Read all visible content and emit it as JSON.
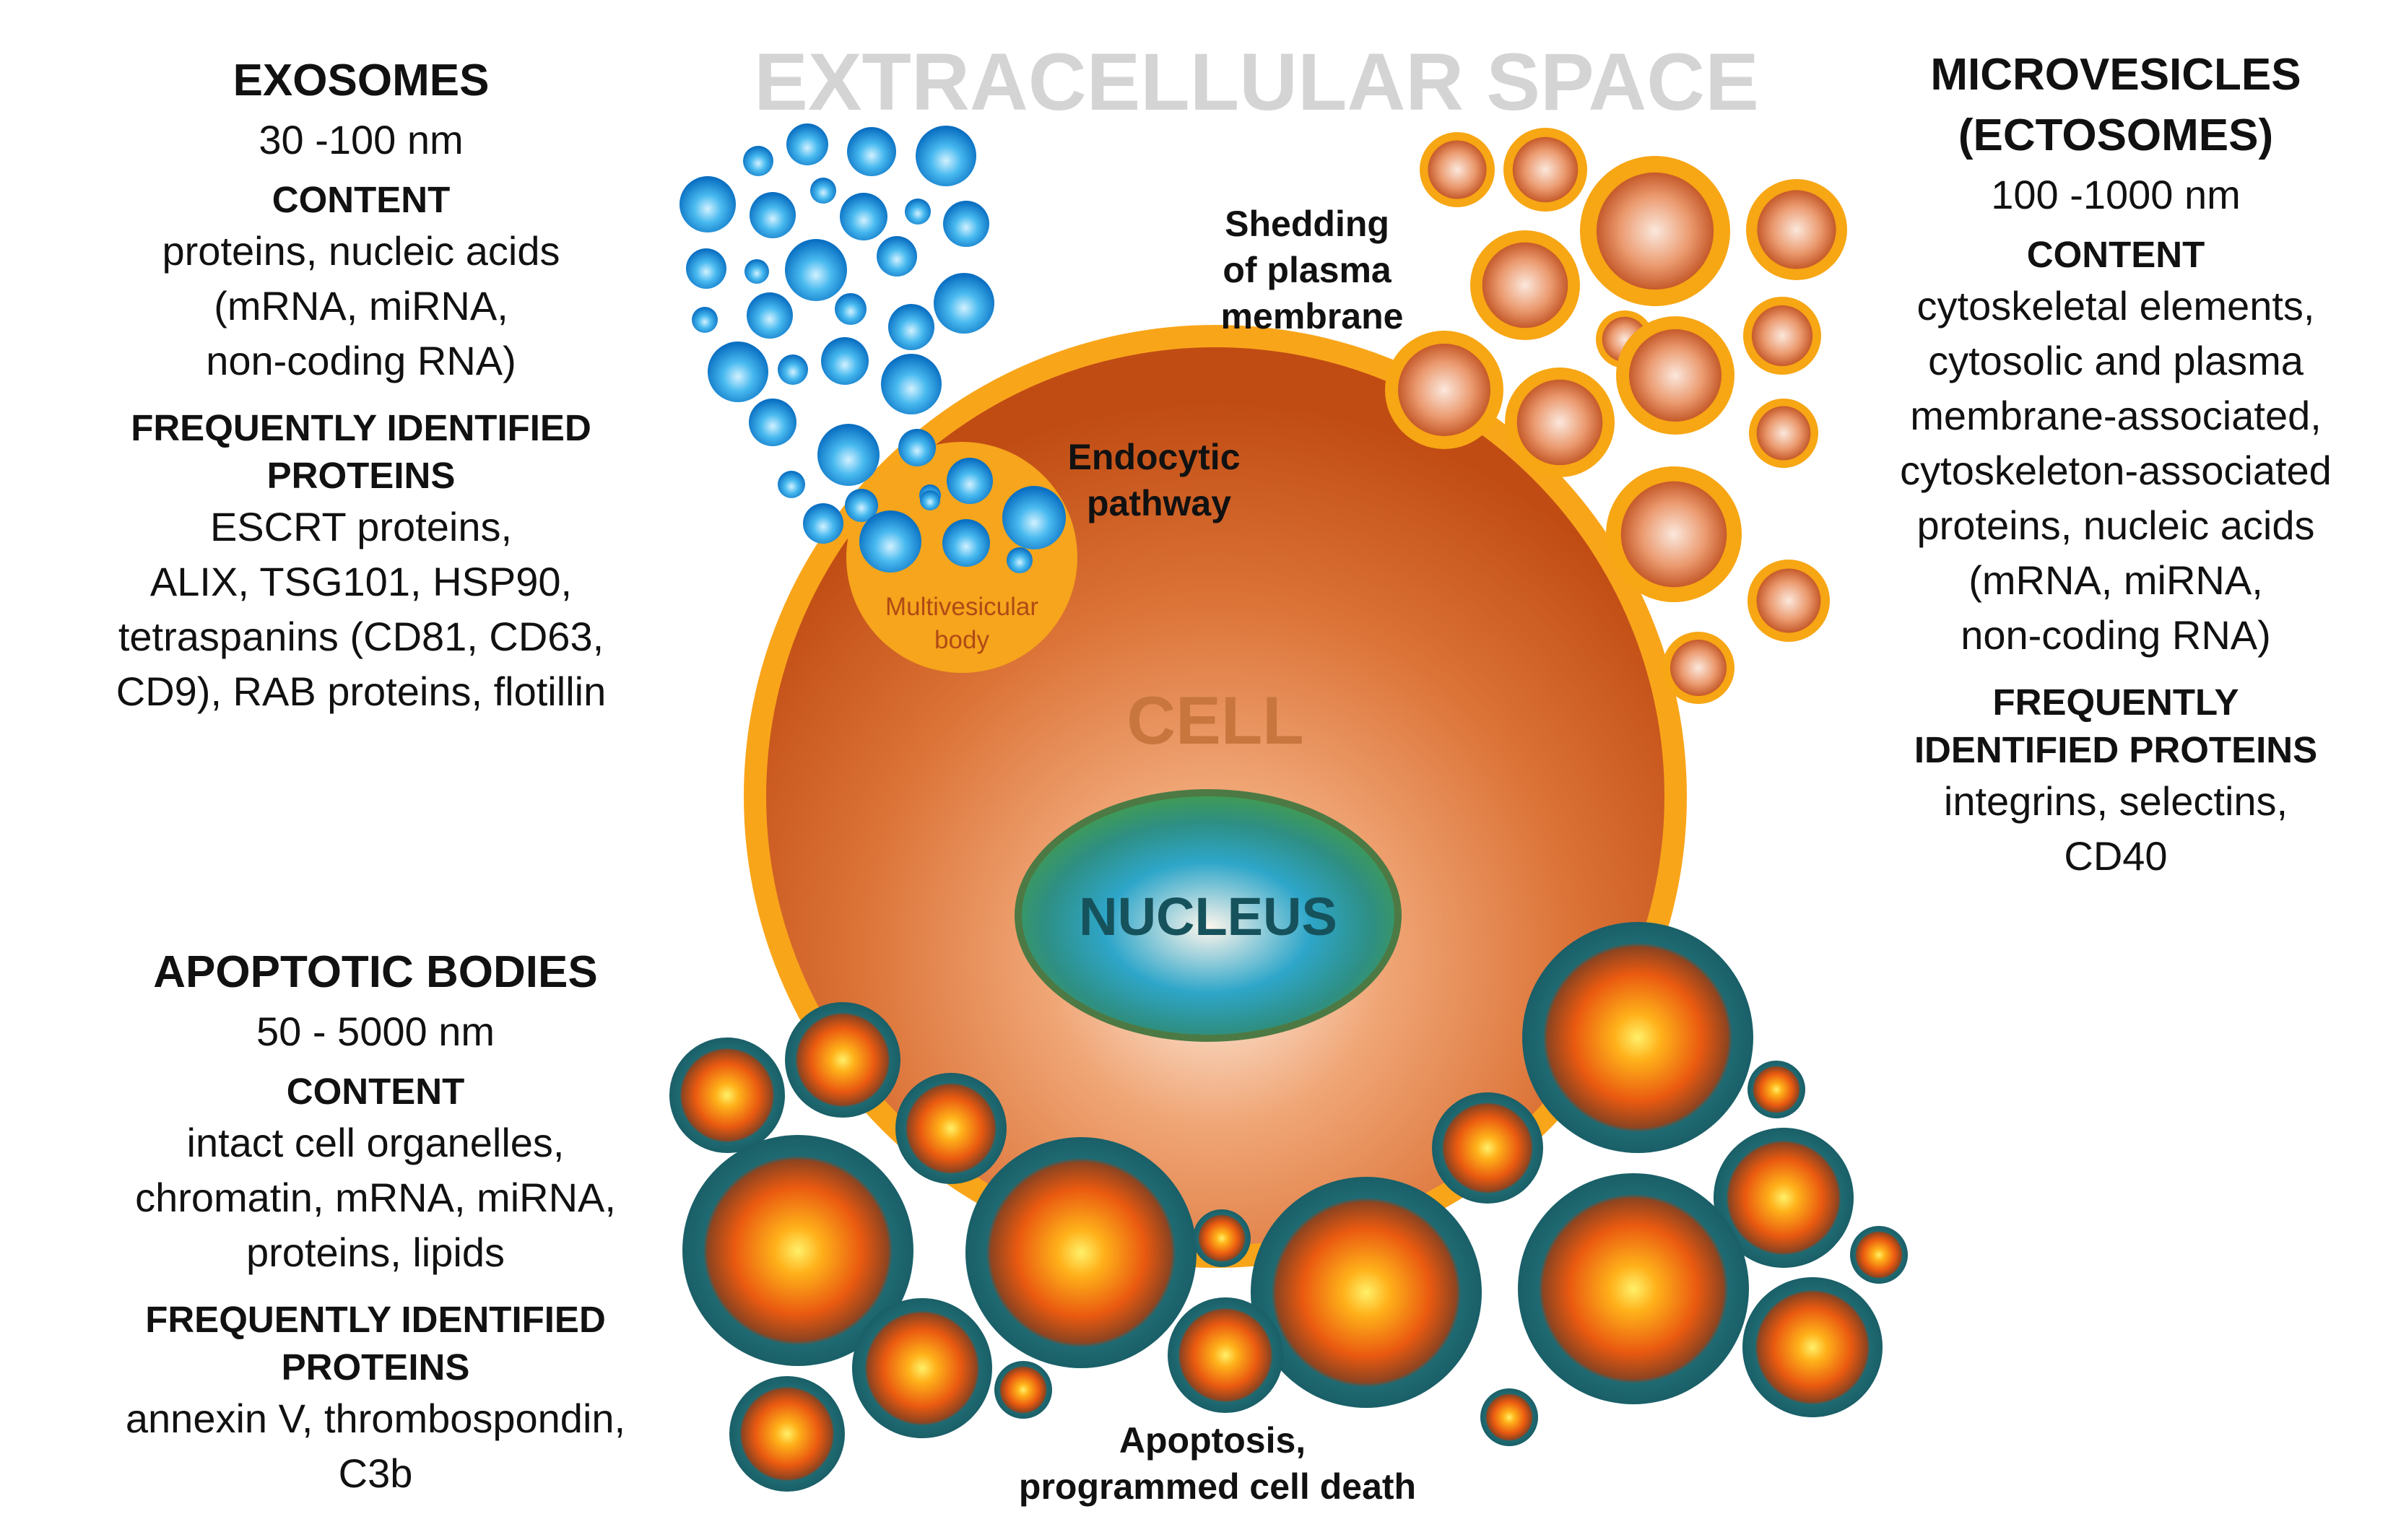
{
  "title": "EXTRACELLULAR SPACE",
  "cell_label": "CELL",
  "nucleus_label": "NUCLEUS",
  "mvb_label": [
    "Multivesicular",
    "body"
  ],
  "annotations": {
    "endocytic": [
      "Endocytic",
      "pathway"
    ],
    "shedding": [
      "Shedding",
      "of plasma",
      "membrane"
    ],
    "apoptosis": [
      "Apoptosis,",
      "programmed cell death"
    ]
  },
  "exosomes": {
    "heading": "EXOSOMES",
    "size": "30 -100 nm",
    "content_heading": "CONTENT",
    "content": [
      "proteins, nucleic acids",
      "(mRNA, miRNA,",
      "non-coding RNA)"
    ],
    "proteins_heading": [
      "FREQUENTLY IDENTIFIED",
      "PROTEINS"
    ],
    "proteins": [
      "ESCRT proteins,",
      "ALIX, TSG101, HSP90,",
      "tetraspanins (CD81, CD63,",
      "CD9), RAB proteins, flotillin"
    ]
  },
  "microvesicles": {
    "heading": [
      "MICROVESICLES",
      "(ECTOSOMES)"
    ],
    "size": "100 -1000 nm",
    "content_heading": "CONTENT",
    "content": [
      "cytoskeletal elements,",
      "cytosolic and plasma",
      "membrane-associated,",
      "cytoskeleton-associated",
      "proteins, nucleic acids",
      "(mRNA, miRNA,",
      "non-coding RNA)"
    ],
    "proteins_heading": [
      "FREQUENTLY",
      "IDENTIFIED PROTEINS"
    ],
    "proteins": [
      "integrins, selectins,",
      "CD40"
    ]
  },
  "apoptotic": {
    "heading": "APOPTOTIC  BODIES",
    "size": "50 - 5000 nm",
    "content_heading": "CONTENT",
    "content": [
      "intact cell organelles,",
      "chromatin, mRNA, miRNA,",
      "proteins, lipids"
    ],
    "proteins_heading": [
      "FREQUENTLY IDENTIFIED",
      "PROTEINS"
    ],
    "proteins": [
      "annexin V, thrombospondin,",
      "C3b"
    ]
  },
  "colors": {
    "exosome": "#1e9be0",
    "microvesicle_rim": "#f7a614",
    "microvesicle_core": "#d9693a",
    "apoptotic_rim": "#1f6a72",
    "apoptotic_core": "#ffd21a",
    "cell_rim": "#f9a51a",
    "cell_body": "#d05a1f",
    "nucleus_text": "#16525c",
    "cell_text": "#c8763e",
    "title_text": "#d4d4d4"
  }
}
